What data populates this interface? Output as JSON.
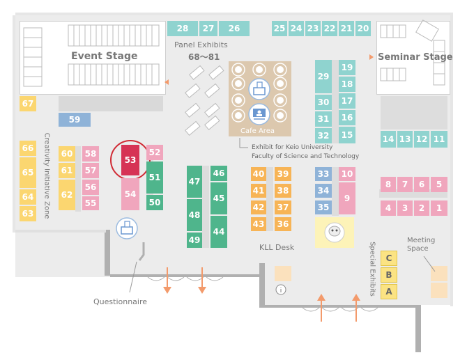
{
  "colors": {
    "teal": "#8fd3cf",
    "teal_dark": "#5fbfae",
    "green": "#4fb58c",
    "yellow": "#fbd670",
    "orange": "#f7b456",
    "blue": "#8fb3d8",
    "pink": "#f0a6bd",
    "selected": "#d63355",
    "floor": "#ececec",
    "arrow": "#f39a6b"
  },
  "labels": {
    "event_stage": "Event Stage",
    "seminar_stage": "Seminar Stage",
    "panel_exhibits": "Panel Exhibits",
    "panel_range": "68～81",
    "cafe_area": "Cafe Area",
    "keio_line1": "Exhibit for Keio University",
    "keio_line2": "Faculty of Science and Technology",
    "creativity_zone": "Creativity Initiative Zone",
    "kll_desk": "KLL Desk",
    "special_exhibits": "Special Exhibits",
    "meeting_space": "Meeting Space",
    "questionnaire": "Questionnaire"
  },
  "booths": {
    "b28": "28",
    "b27": "27",
    "b26": "26",
    "b25": "25",
    "b24": "24",
    "b23": "23",
    "b22": "22",
    "b21": "21",
    "b20": "20",
    "b67": "67",
    "b59": "59",
    "b66": "66",
    "b65": "65",
    "b64": "64",
    "b63": "63",
    "b60": "60",
    "b61": "61",
    "b62": "62",
    "b58": "58",
    "b57": "57",
    "b56": "56",
    "b55": "55",
    "b53": "53",
    "b54": "54",
    "b52": "52",
    "b51": "51",
    "b50": "50",
    "b47": "47",
    "b48": "48",
    "b49": "49",
    "b46": "46",
    "b45": "45",
    "b44": "44",
    "b40": "40",
    "b41": "41",
    "b42": "42",
    "b43": "43",
    "b39": "39",
    "b38": "38",
    "b37": "37",
    "b36": "36",
    "b33": "33",
    "b34": "34",
    "b35": "35",
    "b10": "10",
    "b9": "9",
    "b29": "29",
    "b30": "30",
    "b31": "31",
    "b32": "32",
    "b19": "19",
    "b18": "18",
    "b17": "17",
    "b16": "16",
    "b15": "15",
    "b14": "14",
    "b13": "13",
    "b12": "12",
    "b11": "11",
    "b8": "8",
    "b7": "7",
    "b6": "6",
    "b5": "5",
    "b4": "4",
    "b3": "3",
    "b2": "2",
    "b1": "1",
    "bC": "C",
    "bB": "B",
    "bA": "A"
  },
  "selected_booth": "53"
}
